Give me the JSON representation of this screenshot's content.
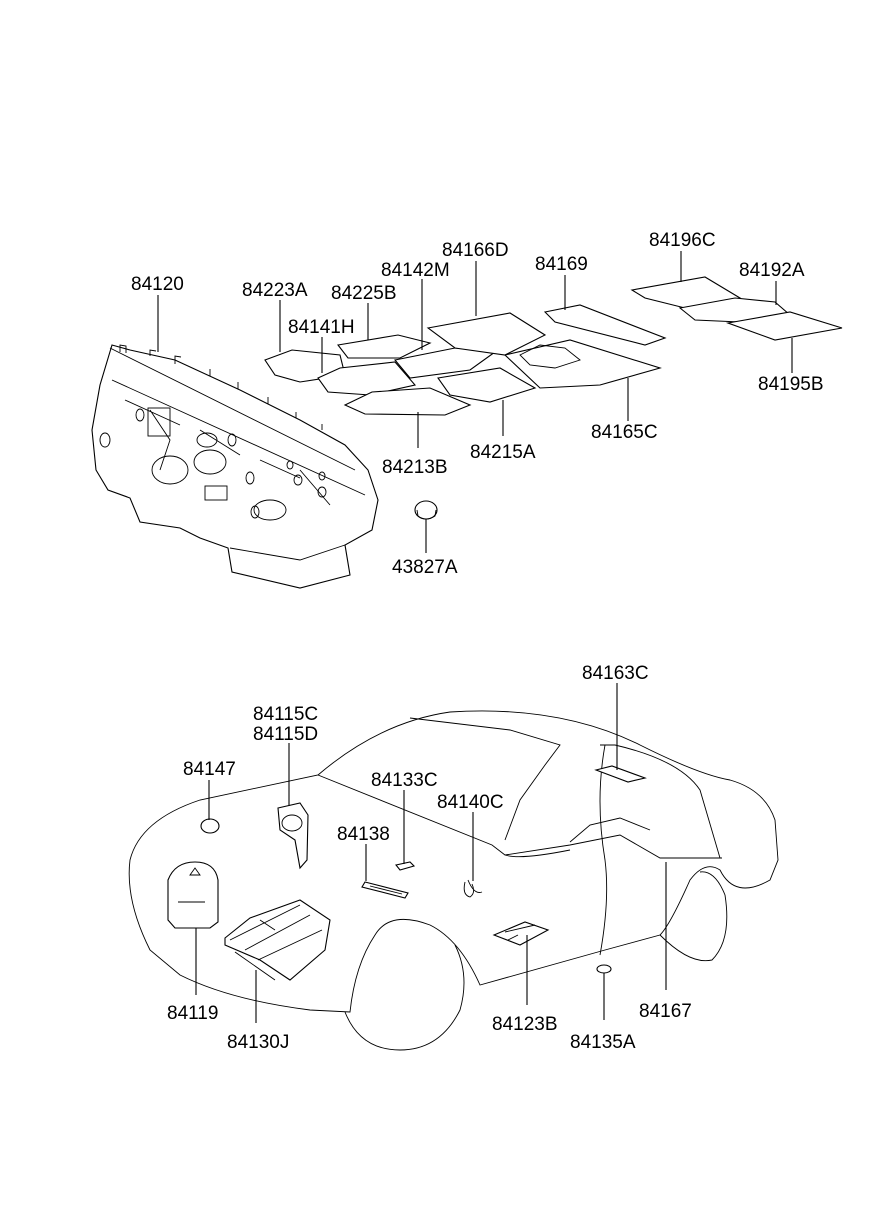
{
  "part_labels": {
    "p84120": "84120",
    "p84223A": "84223A",
    "p84225B": "84225B",
    "p84142M": "84142M",
    "p84166D": "84166D",
    "p84169": "84169",
    "p84196C": "84196C",
    "p84192A": "84192A",
    "p84141H": "84141H",
    "p84195B": "84195B",
    "p84165C": "84165C",
    "p84215A": "84215A",
    "p84213B": "84213B",
    "p43827A": "43827A",
    "p84163C": "84163C",
    "p84115C": "84115C",
    "p84115D": "84115D",
    "p84147": "84147",
    "p84133C": "84133C",
    "p84140C": "84140C",
    "p84138": "84138",
    "p84119": "84119",
    "p84130J": "84130J",
    "p84123B": "84123B",
    "p84135A": "84135A",
    "p84167": "84167"
  }
}
